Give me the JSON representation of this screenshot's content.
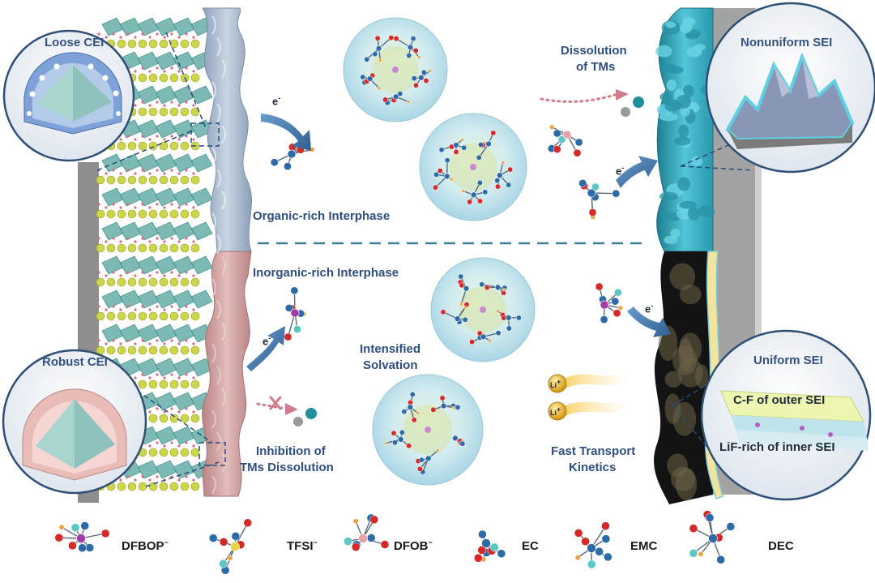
{
  "callouts": {
    "loose_cei": "Loose CEI",
    "robust_cei": "Robust CEI",
    "nonuniform_sei": "Nonuniform SEI",
    "uniform_sei": "Uniform SEI",
    "cf_outer": "C-F of outer SEI",
    "lif_inner": "LiF-rich of inner SEI"
  },
  "labels": {
    "organic_rich": "Organic-rich Interphase",
    "inorganic_rich": "Inorganic-rich Interphase",
    "dissolution_line1": "Dissolution",
    "dissolution_line2": "of TMs",
    "inhibition_line1": "Inhibition of",
    "inhibition_line2": "TMs Dissolution",
    "intensified_line1": "Intensified",
    "intensified_line2": "Solvation",
    "fast_line1": "Fast Transport",
    "fast_line2": "Kinetics",
    "electron": "e",
    "electron_charge": "-",
    "li_ion": "Li",
    "li_charge": "+"
  },
  "legend": [
    {
      "name": "DFBOP",
      "charge": "−"
    },
    {
      "name": "TFSI",
      "charge": "−"
    },
    {
      "name": "DFOB",
      "charge": "−"
    },
    {
      "name": "EC",
      "charge": ""
    },
    {
      "name": "EMC",
      "charge": ""
    },
    {
      "name": "DEC",
      "charge": ""
    }
  ],
  "colors": {
    "label_blue": "#2e4f7e",
    "cathode_top": "#a9b9cc",
    "cathode_bottom": "#d4a6a6",
    "anode_top": "#3fb3c7",
    "anode_bottom": "#151515",
    "solvation_sphere": "#cfe9f1",
    "carbon": "#2d6aa8",
    "oxygen": "#d42a2a",
    "hydrogen": "#f0a23a",
    "fluorine": "#5cc7c7",
    "phosphorus": "#a33aa8",
    "boron": "#e9a0a8",
    "sulfur": "#e5d43a",
    "lithium": "#c88ad0"
  }
}
